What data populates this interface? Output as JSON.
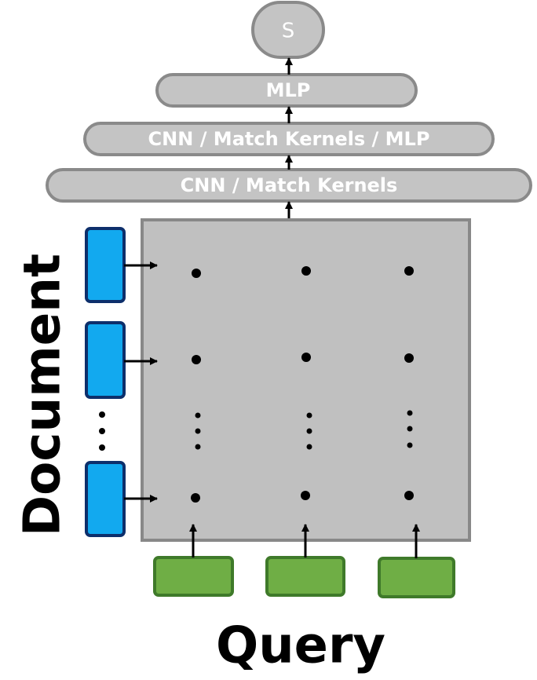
{
  "output": {
    "label": "S"
  },
  "layers": {
    "mlp": "MLP",
    "middle": "CNN  /  Match Kernels / MLP",
    "bottom": "CNN  /  Match Kernels"
  },
  "axes": {
    "document_label": "Document",
    "query_label": "Query"
  },
  "colors": {
    "layer_fill": "#c4c4c4",
    "matrix_fill": "#c0c0c0",
    "document_term": "#12a9ef",
    "query_term": "#6fae45"
  }
}
